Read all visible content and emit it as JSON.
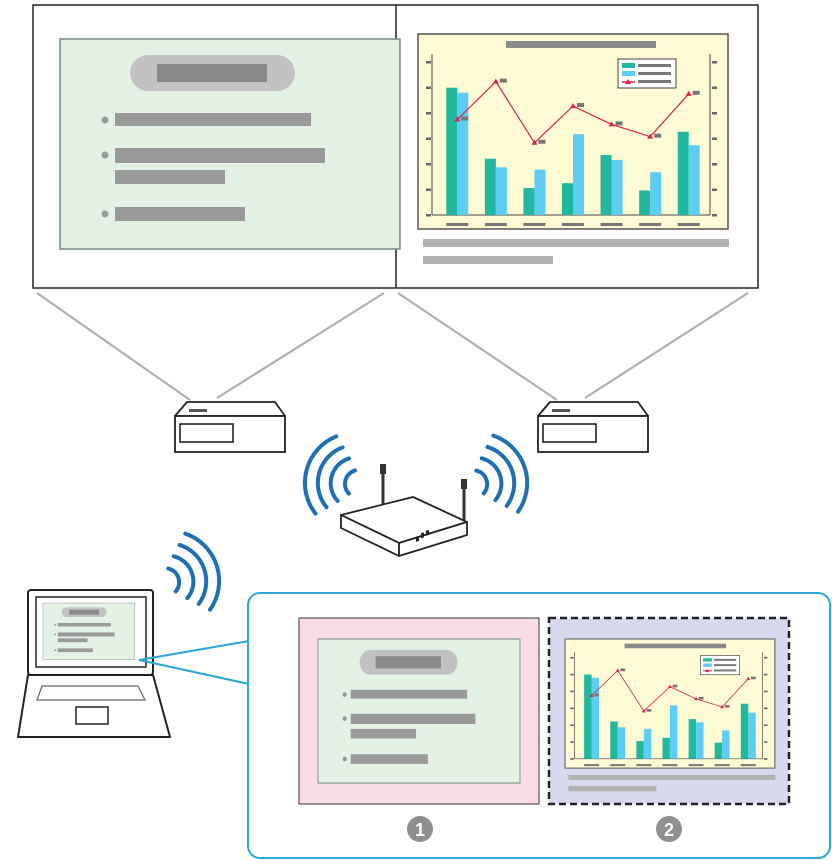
{
  "diagram": {
    "screen_panels": [
      {
        "id": "panel-1",
        "content": "slide-outline"
      },
      {
        "id": "panel-2",
        "content": "chart-report"
      }
    ],
    "devices": [
      "projector-left",
      "projector-right",
      "wireless-router",
      "laptop"
    ],
    "callout_panels": [
      {
        "number": "1",
        "fill": "#f9dce6",
        "content": "slide-outline"
      },
      {
        "number": "2",
        "fill": "#d7d9ee",
        "content": "chart-report",
        "selected": true
      }
    ]
  },
  "colors": {
    "slide_bg": "#e3f2e5",
    "chart_bg": "#fffbd5",
    "bar_teal": "#22b8a0",
    "bar_blue": "#5ecdf2",
    "line_red": "#e0224e",
    "wifi_blue": "#1f6fb5",
    "callout_border": "#2aa7d9",
    "placeholder_gray": "#9a9a9a",
    "number_circle": "#8f8f8f"
  },
  "chart_data": {
    "type": "bar",
    "categories": [
      "",
      "",
      "",
      "",
      "",
      "",
      ""
    ],
    "series": [
      {
        "values": [
          104,
          46,
          22,
          26,
          49,
          20,
          68
        ]
      },
      {
        "values": [
          100,
          39,
          37,
          66,
          45,
          35,
          57
        ]
      }
    ],
    "line_overlay": {
      "values": [
        78,
        109,
        59,
        89,
        74,
        64,
        99
      ]
    },
    "ylim": [
      0,
      125
    ],
    "grid": false,
    "legend": "top-right"
  }
}
